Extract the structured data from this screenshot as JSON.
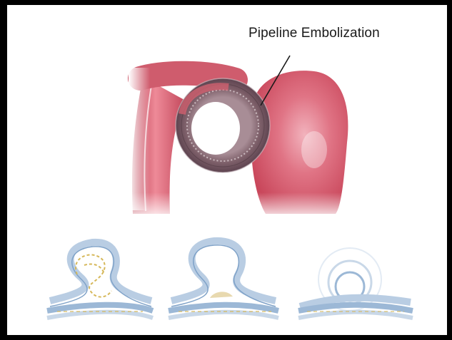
{
  "figure": {
    "callout_label": "Pipeline Embolization"
  },
  "colors": {
    "frame": "#000000",
    "vessel": "#d9596a",
    "aneurysm": "#d95b6d",
    "stent_device": "#7a5c66",
    "schematic_wall": "#9cb8d6",
    "coil_dots": "#d6b85a"
  },
  "panels": [
    {
      "stage": "coils-in-aneurysm"
    },
    {
      "stage": "aneurysm-thrombosed"
    },
    {
      "stage": "aneurysm-resolved"
    }
  ]
}
